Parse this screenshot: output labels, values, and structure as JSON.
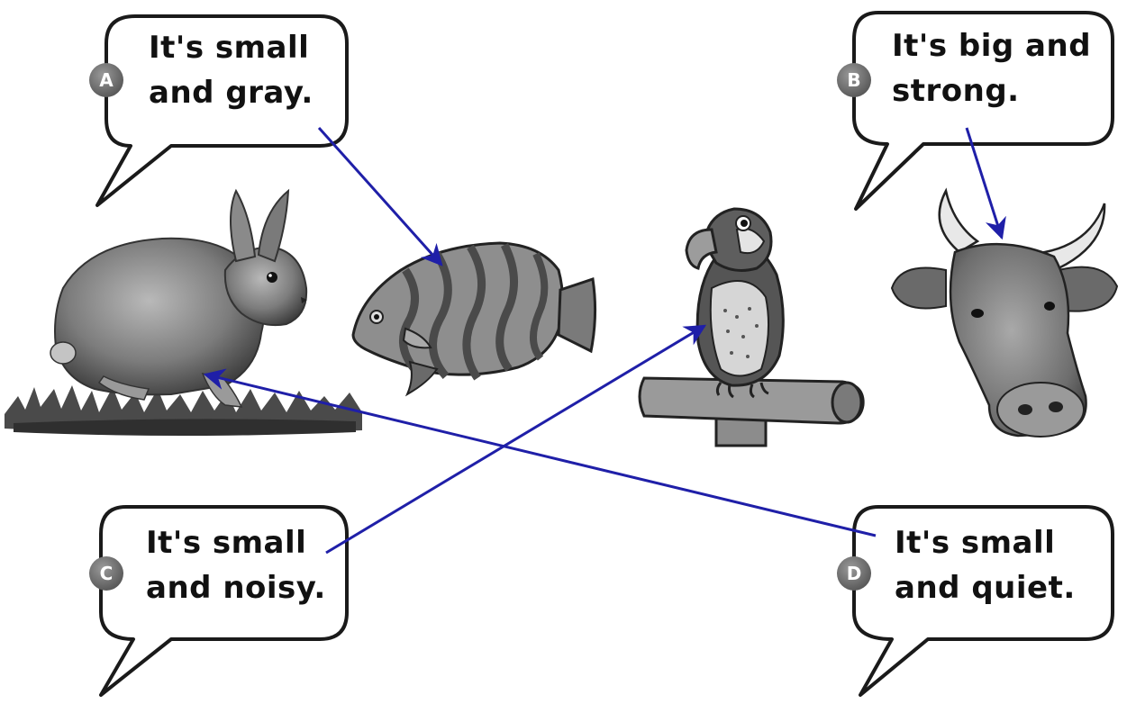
{
  "bubbles": [
    {
      "id": "A",
      "badge": "A",
      "line1": "It's small",
      "line2": "and gray."
    },
    {
      "id": "B",
      "badge": "B",
      "line1": "It's big and",
      "line2": "strong."
    },
    {
      "id": "C",
      "badge": "C",
      "line1": "It's small",
      "line2": "and noisy."
    },
    {
      "id": "D",
      "badge": "D",
      "line1": "It's small",
      "line2": "and quiet."
    }
  ],
  "animals": [
    "rabbit",
    "fish",
    "parrot",
    "cow"
  ],
  "connections": [
    {
      "from": "A",
      "to": "fish"
    },
    {
      "from": "B",
      "to": "cow"
    },
    {
      "from": "C",
      "to": "parrot"
    },
    {
      "from": "D",
      "to": "rabbit"
    }
  ],
  "colors": {
    "arrow": "#1f1fa8",
    "badge": "#6e6e6e",
    "outline": "#1a1a1a"
  }
}
